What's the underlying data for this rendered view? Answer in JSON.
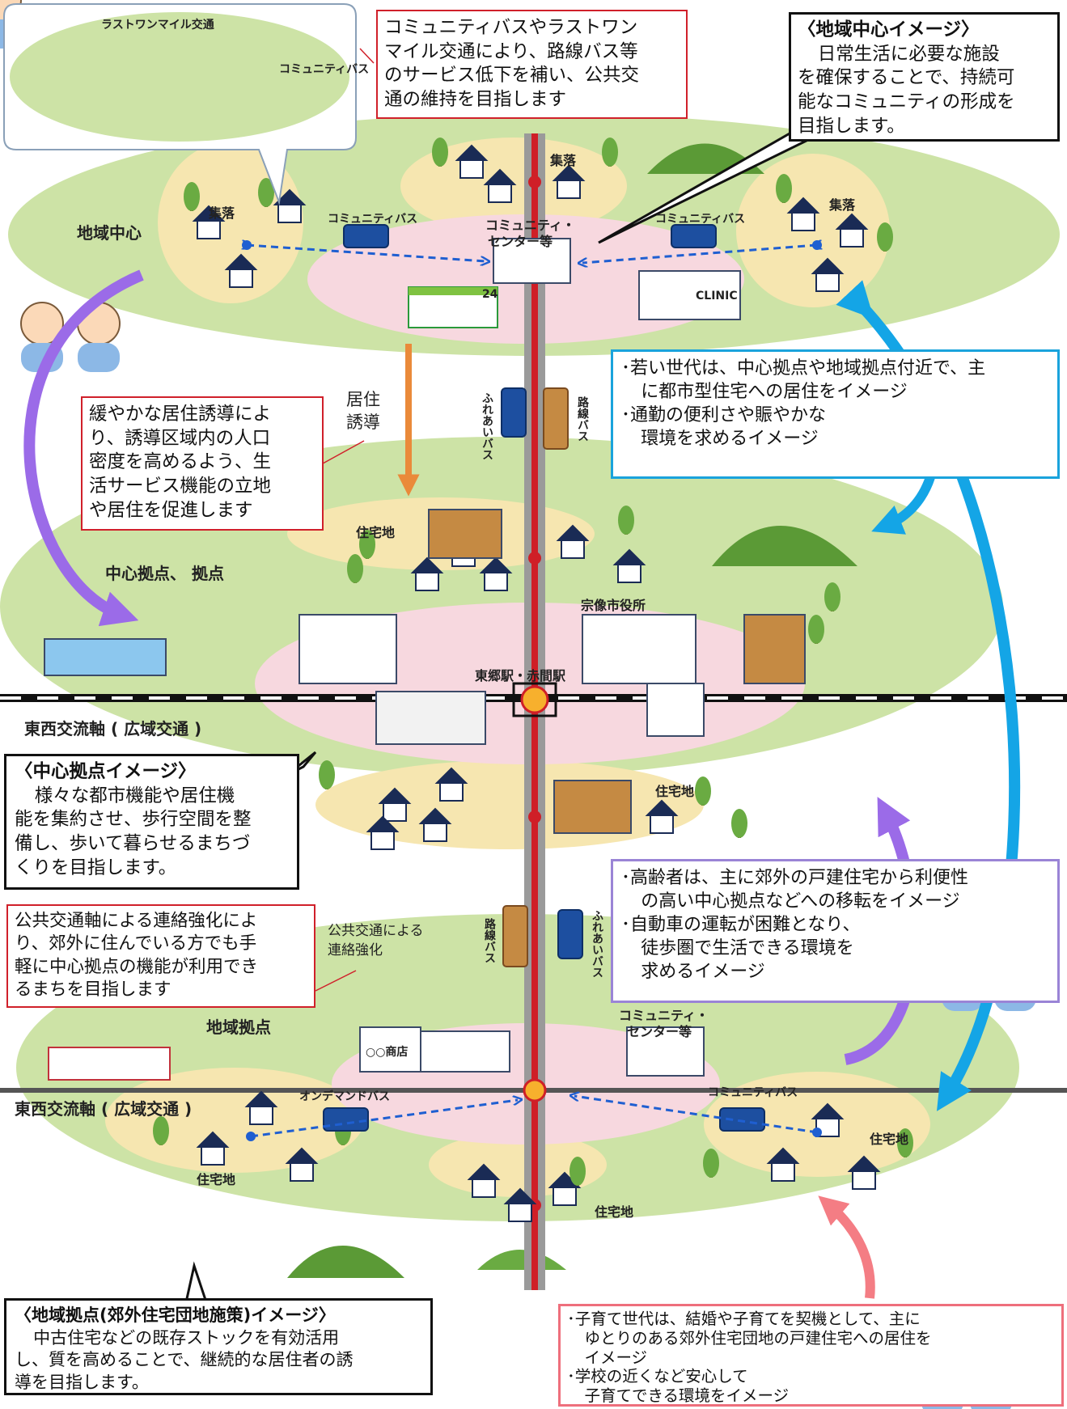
{
  "callouts": {
    "last_mile": {
      "lines": [
        "コミュニティバスやラストワン",
        "マイル交通により、路線バス等",
        "のサービス低下を補い、公共交",
        "通の維持を目指します"
      ]
    },
    "regional_center": {
      "title": "〈地域中心イメージ〉",
      "lines": [
        "日常生活に必要な施設",
        "を確保することで、持続可",
        "能なコミュニティの形成を",
        "目指します。"
      ]
    },
    "young": {
      "lines": [
        "･若い世代は、中心拠点や地域拠点付近で、主",
        "に都市型住宅への居住をイメージ",
        "･通勤の便利さや賑やかな",
        "環境を求めるイメージ"
      ]
    },
    "residential_guidance": {
      "lines": [
        "緩やかな居住誘導によ",
        "り、誘導区域内の人口",
        "密度を高めるよう、生",
        "活サービス機能の立地",
        "や居住を促進します"
      ]
    },
    "central_hub": {
      "title": "〈中心拠点イメージ〉",
      "lines": [
        "様々な都市機能や居住機",
        "能を集約させ、歩行空間を整",
        "備し、歩いて暮らせるまちづ",
        "くりを目指します。"
      ]
    },
    "elderly": {
      "lines": [
        "･高齢者は、主に郊外の戸建住宅から利便性",
        "の高い中心拠点などへの移転をイメージ",
        "･自動車の運転が困難となり、",
        "徒歩圏で生活できる環境を",
        "求めるイメージ"
      ]
    },
    "transit_axis": {
      "lines": [
        "公共交通軸による連絡強化によ",
        "り、郊外に住んでいる方でも手",
        "軽に中心拠点の機能が利用でき",
        "るまちを目指します"
      ]
    },
    "regional_hub": {
      "title": "〈地域拠点(郊外住宅団地施策)イメージ〉",
      "lines": [
        "中古住宅などの既存ストックを有効活用",
        "し、質を高めることで、継続的な居住者の誘",
        "導を目指します。"
      ]
    },
    "childrearing": {
      "lines": [
        "･子育て世代は、結婚や子育てを契機として、主に",
        "ゆとりのある郊外住宅団地の戸建住宅への居住を",
        "イメージ",
        "･学校の近くなど安心して",
        "子育てできる環境をイメージ"
      ]
    }
  },
  "labels": {
    "regional_center": "地域中心",
    "central_hub": "中心拠点、 拠点",
    "regional_hub": "地域拠点",
    "ew_axis_1": "東西交流軸 ( 広域交通 )",
    "ew_axis_2": "東西交流軸 ( 広域交通 )",
    "settlement": "集落",
    "residential": "住宅地",
    "community_center_1": "コミュニティ・",
    "community_center_2": "センター等",
    "city_hall": "宗像市役所",
    "station": "東郷駅・赤間駅",
    "residence_guidance_1": "居住",
    "residence_guidance_2": "誘導",
    "transit_link_1": "公共交通による",
    "transit_link_2": "連絡強化",
    "community_bus": "コミュニティバス",
    "last_mile_transport": "ラストワンマイル交通",
    "on_demand_bus": "オンデマンドバス",
    "route_bus": "路線バス",
    "fureai_bus": "ふれあいバス",
    "shop": "○○商店",
    "clinic": "CLINIC",
    "store_24": "24"
  },
  "colors": {
    "green_zone": "#c8e0a2",
    "yellow_zone": "#f6e6b0",
    "pink_zone": "#f7d8df",
    "trunk_line": "#cf1f27",
    "purple_arrow": "#9b6be8",
    "blue_arrow": "#14a5e6",
    "orange_arrow": "#ea8a3a",
    "pink_arrow": "#f47d84"
  }
}
